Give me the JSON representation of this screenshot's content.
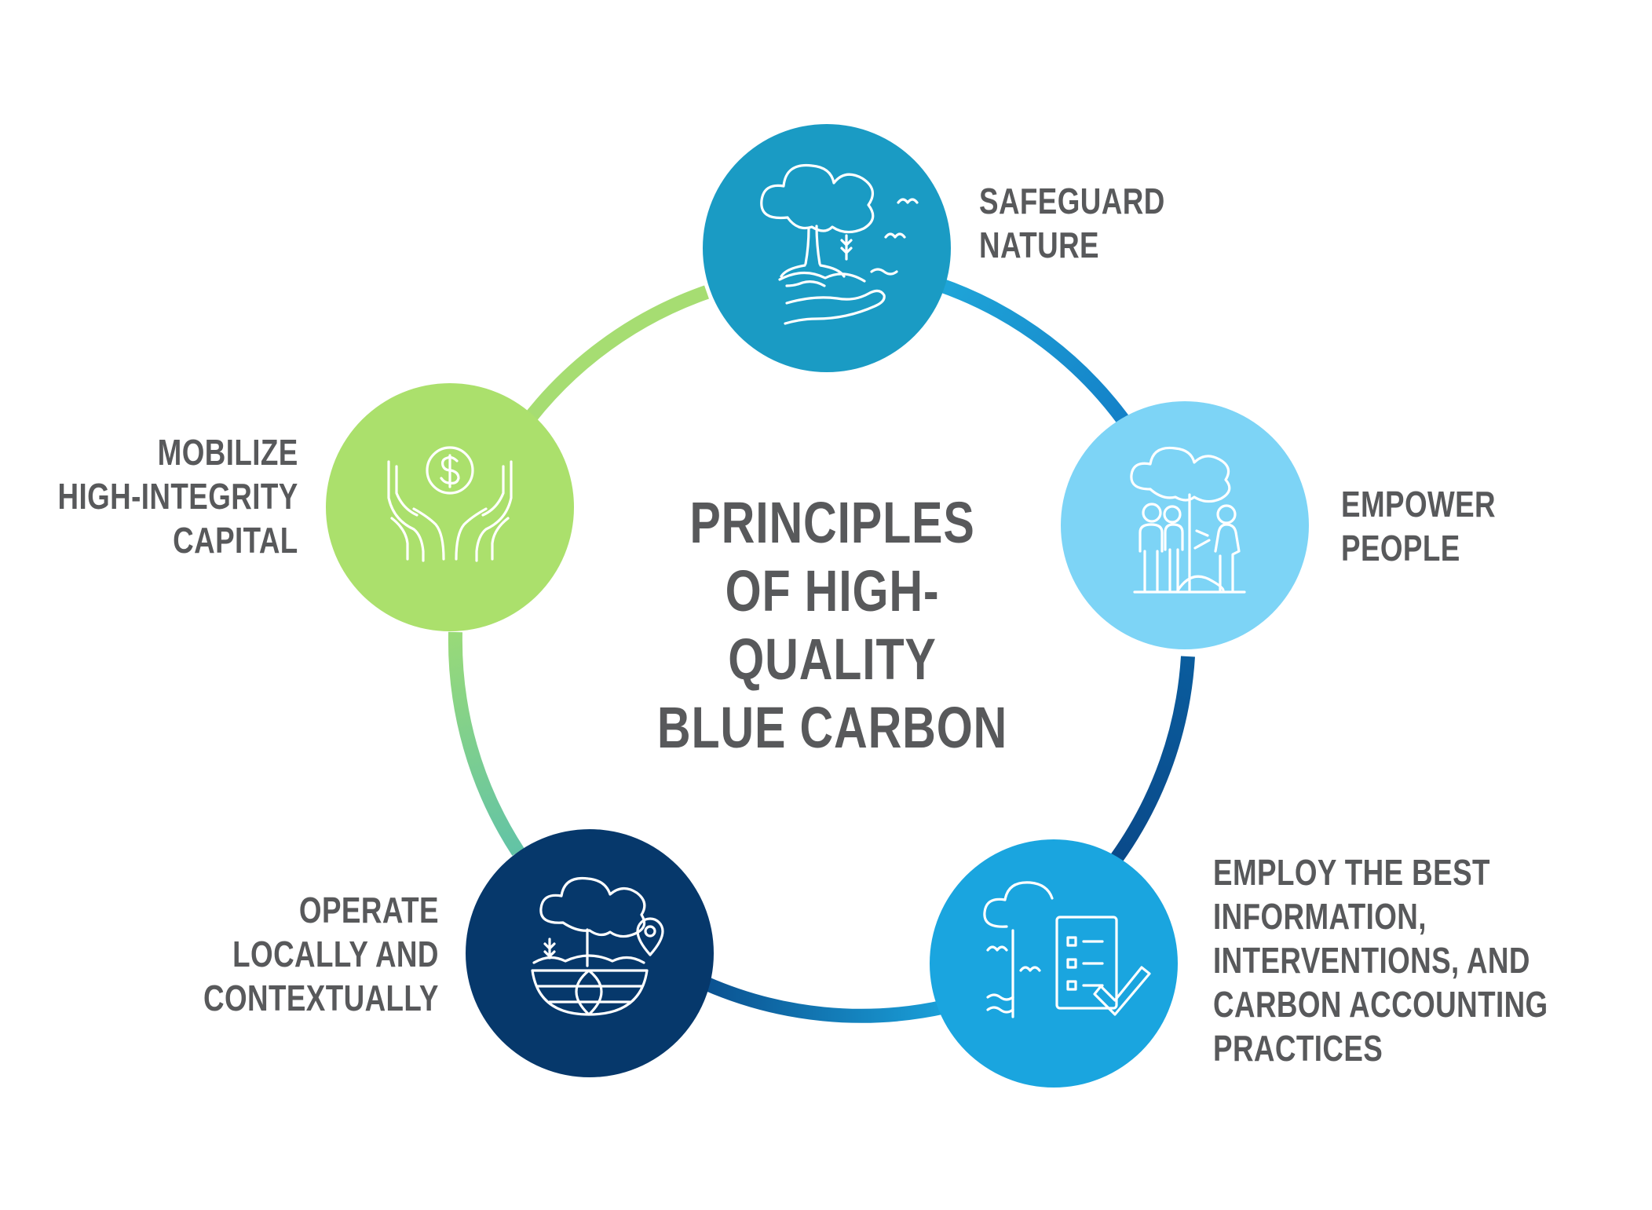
{
  "title": [
    "PRINCIPLES",
    "OF HIGH-QUALITY",
    "BLUE CARBON"
  ],
  "principles": [
    {
      "lines": [
        "SAFEGUARD",
        "NATURE"
      ],
      "color": "#1a9bc4",
      "icon": "tree-in-hand-icon"
    },
    {
      "lines": [
        "EMPOWER",
        "PEOPLE"
      ],
      "color": "#7dd4f6",
      "icon": "people-under-tree-icon"
    },
    {
      "lines": [
        "EMPLOY THE BEST",
        "INFORMATION,",
        "INTERVENTIONS, AND",
        "CARBON ACCOUNTING",
        "PRACTICES"
      ],
      "color": "#1aa5df",
      "icon": "checklist-tree-icon"
    },
    {
      "lines": [
        "OPERATE",
        "LOCALLY AND",
        "CONTEXTUALLY"
      ],
      "color": "#06386b",
      "icon": "globe-tree-location-icon"
    },
    {
      "lines": [
        "MOBILIZE",
        "HIGH-INTEGRITY",
        "CAPITAL"
      ],
      "color": "#abe06c",
      "icon": "hands-dollar-icon"
    }
  ],
  "ring_colors": {
    "green": "#a6dd72",
    "teal": "#6dc9a7",
    "blue": "#1a9cd8",
    "dark_blue": "#0a4f8e"
  }
}
